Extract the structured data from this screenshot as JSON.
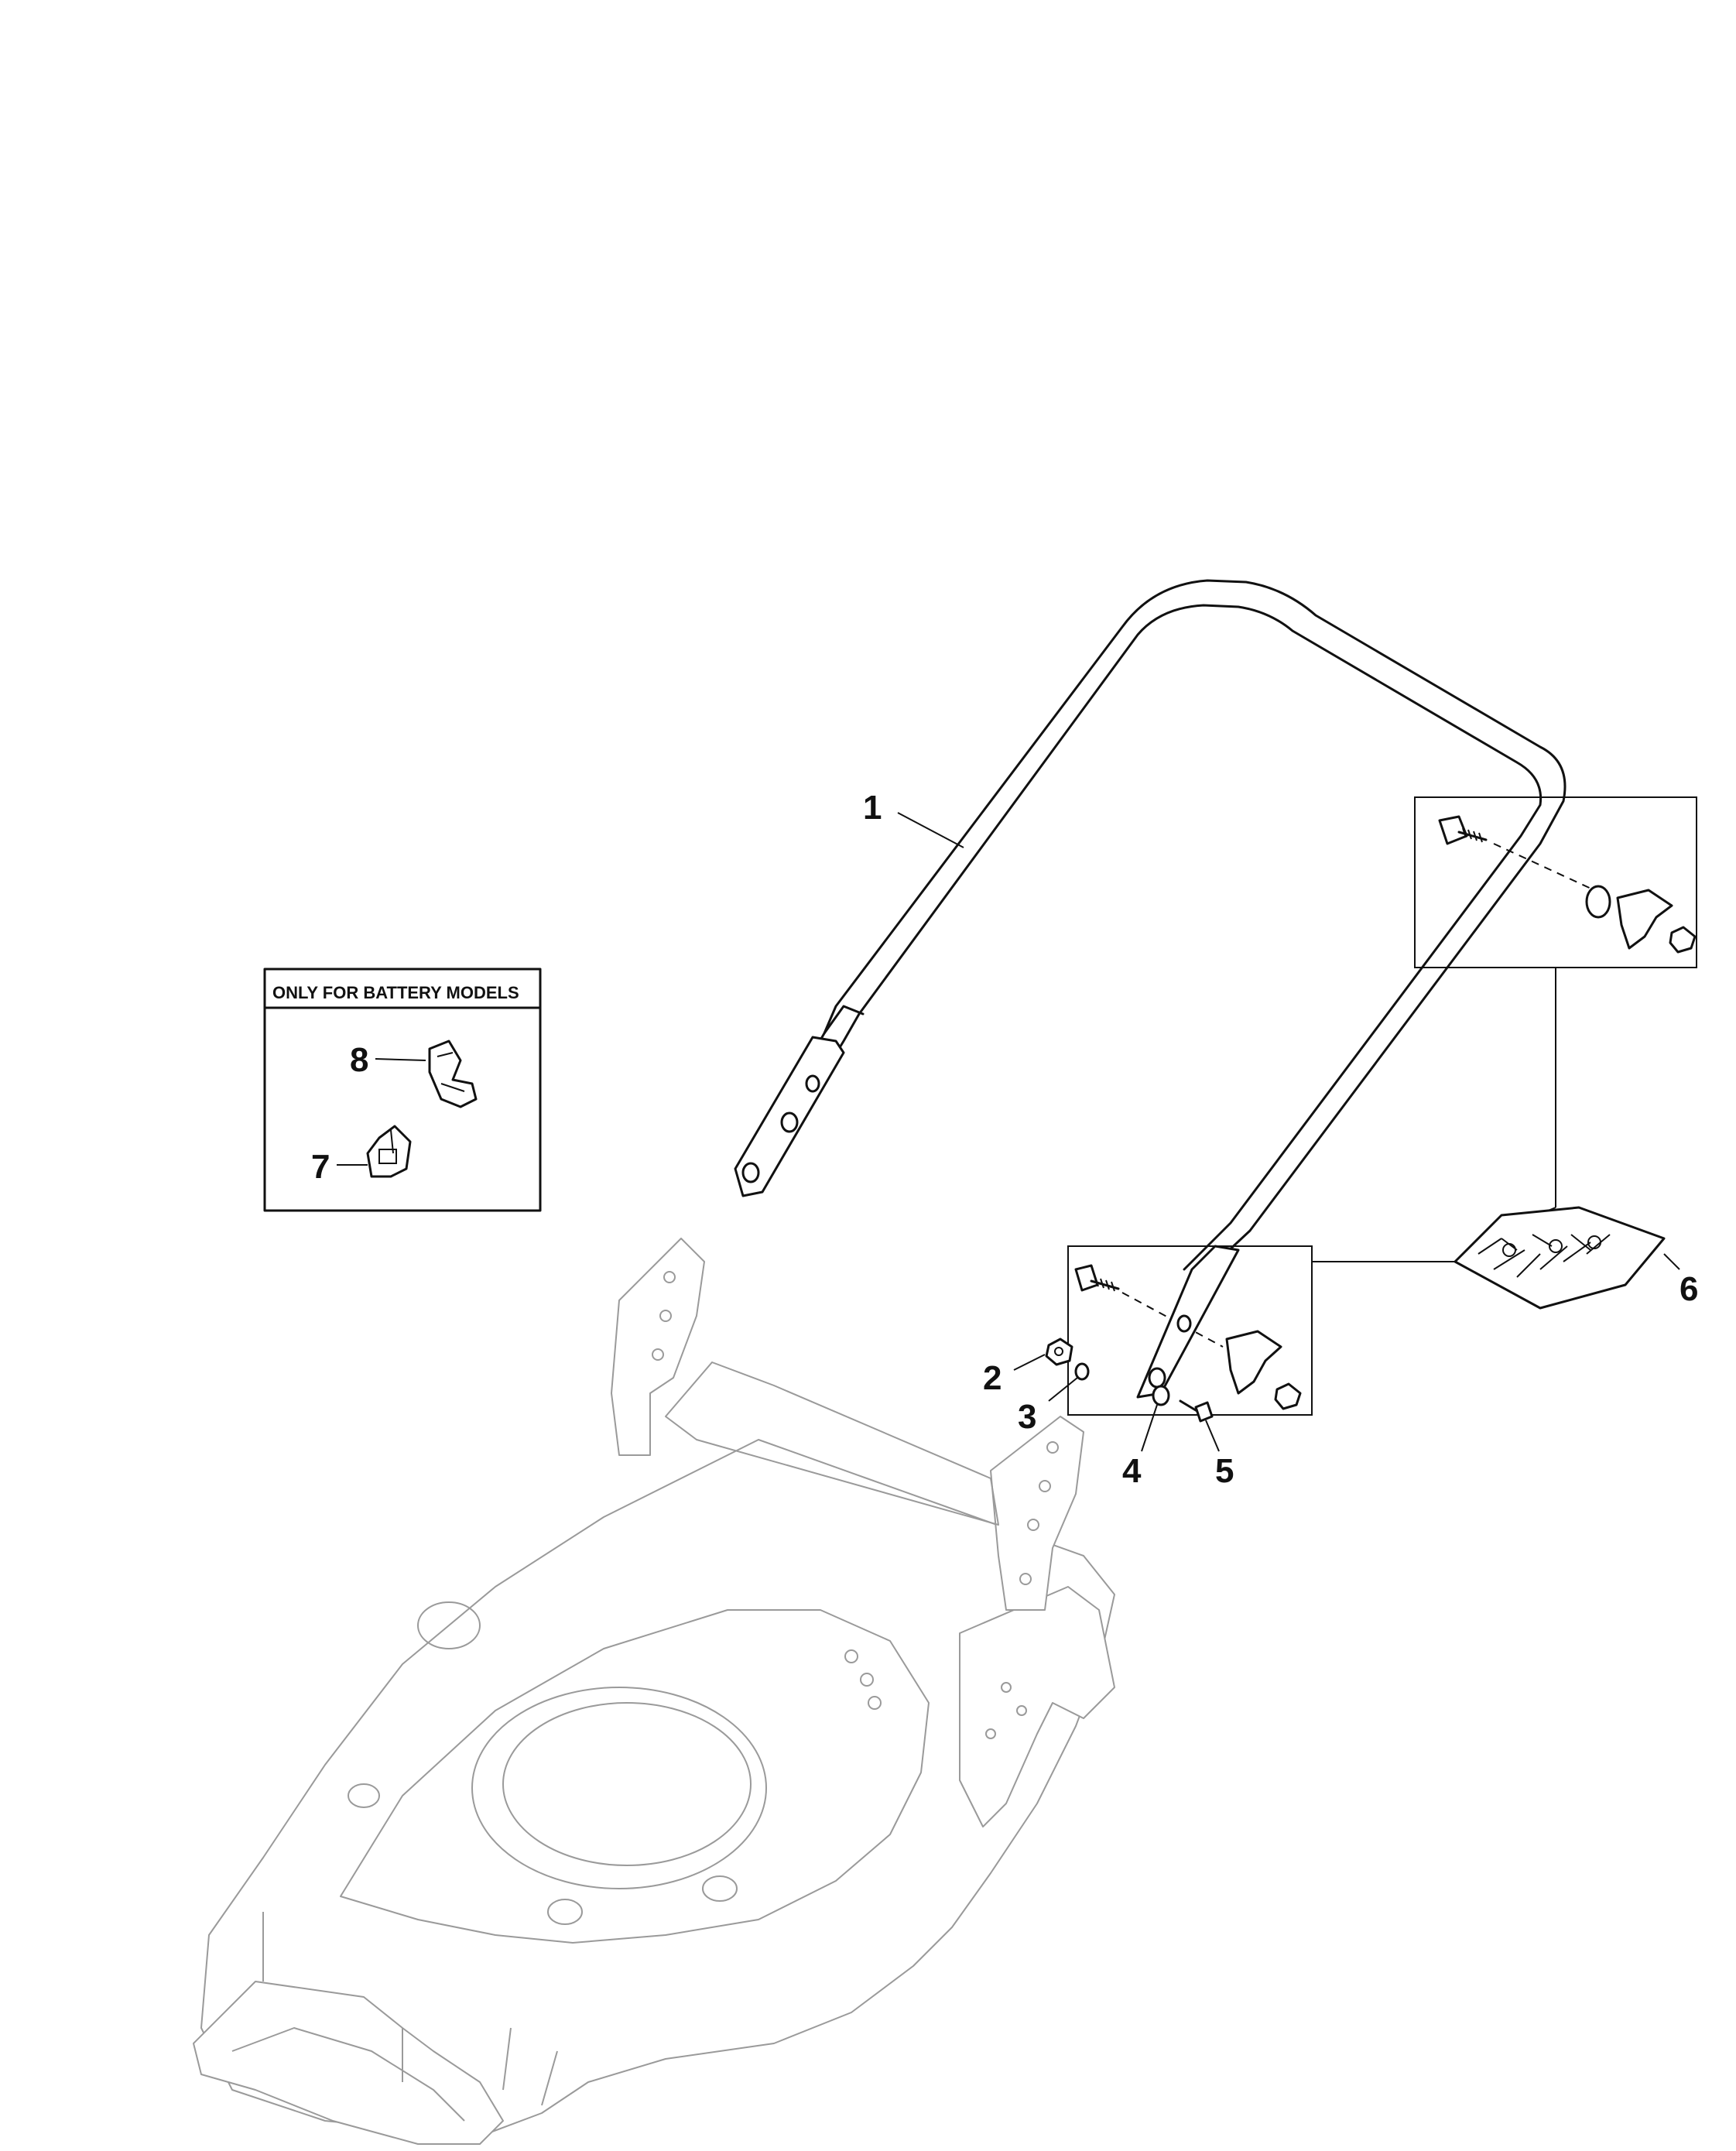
{
  "diagram": {
    "box_title": "ONLY FOR BATTERY MODELS",
    "callouts": [
      "1",
      "2",
      "3",
      "4",
      "5",
      "6",
      "7",
      "8"
    ]
  }
}
